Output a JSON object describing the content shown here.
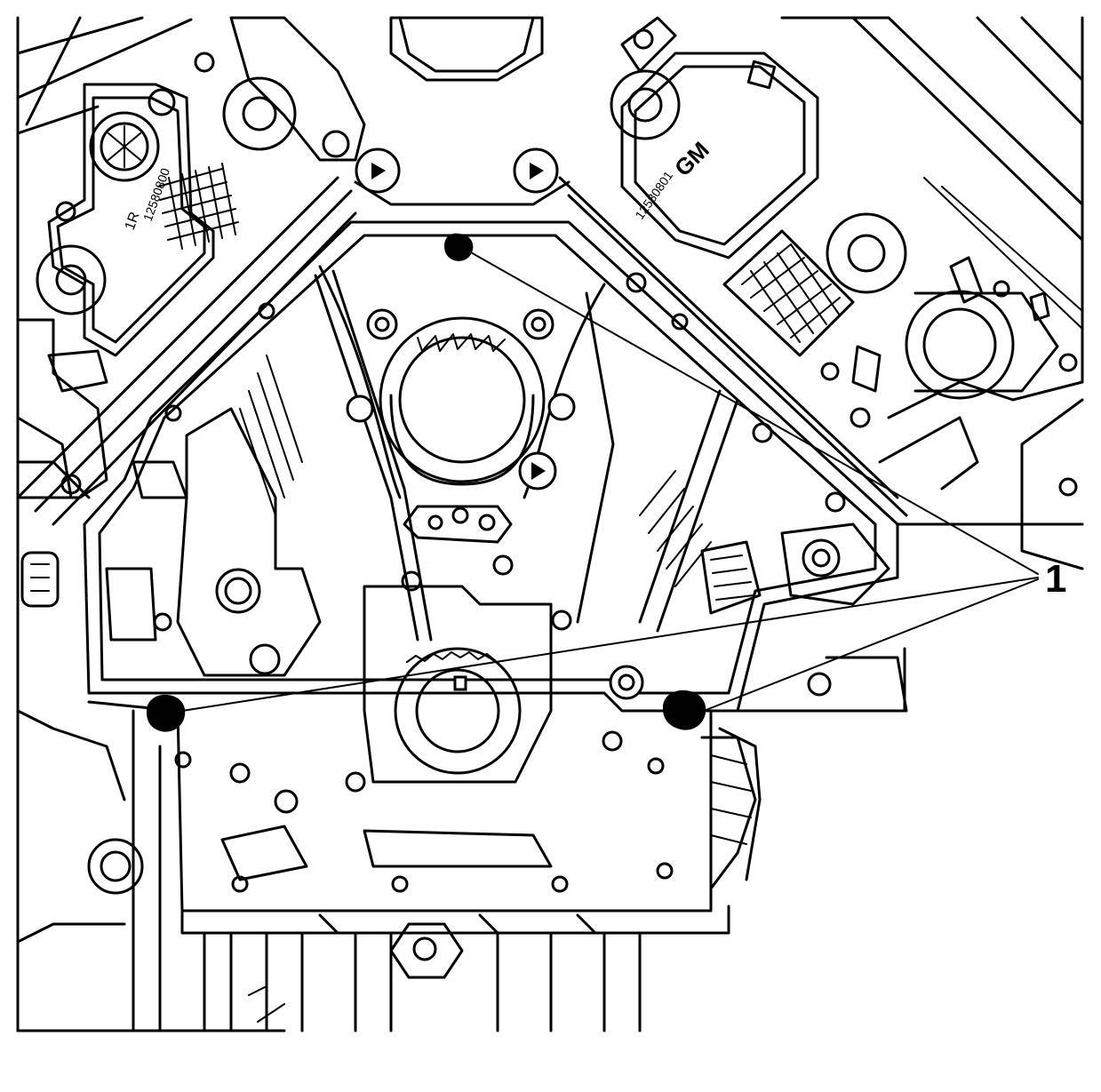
{
  "figure": {
    "callout_number": "1",
    "cover_logo": "GM",
    "cover_part_number_left": "12580800",
    "cover_part_number_right": "12580801",
    "cover_prefix_left": "1R"
  }
}
